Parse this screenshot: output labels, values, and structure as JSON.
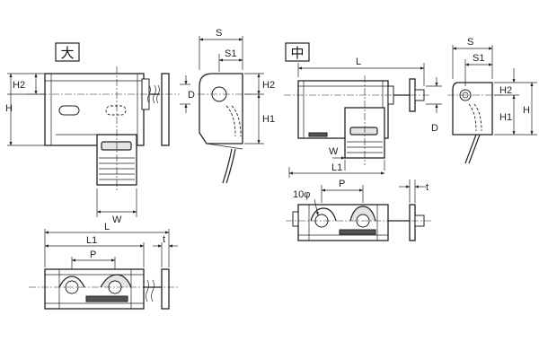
{
  "labels": {
    "large": "大",
    "medium": "中"
  },
  "dimensions": {
    "H2": "H2",
    "H": "H",
    "H1": "H1",
    "D": "D",
    "S": "S",
    "S1": "S1",
    "L": "L",
    "L1": "L1",
    "W": "W",
    "P": "P",
    "t": "t",
    "hole_diameter": "10φ"
  }
}
